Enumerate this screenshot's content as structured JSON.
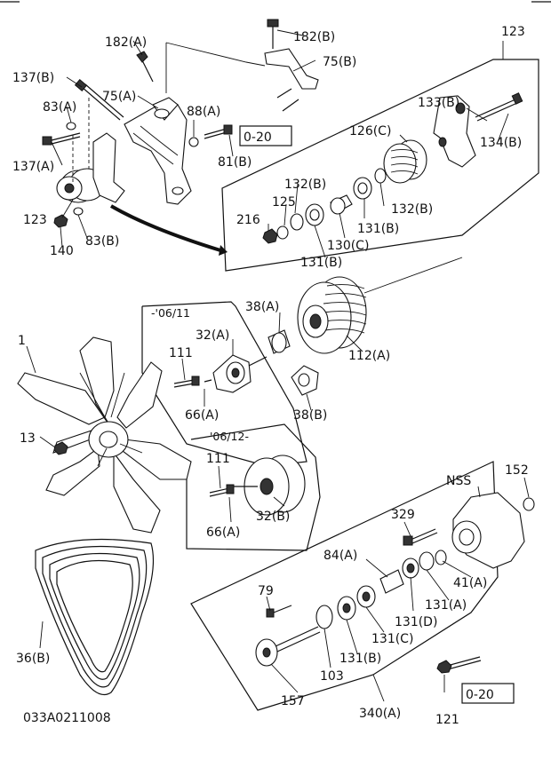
{
  "drawing_number": "033A0211008",
  "labels": {
    "182A": "182(A)",
    "182B": "182(B)",
    "123_top": "123",
    "137B": "137(B)",
    "75B": "75(B)",
    "75A": "75(A)",
    "83A": "83(A)",
    "88A": "88(A)",
    "133B": "133(B)",
    "126C": "126(C)",
    "ref_box_top": "0-20",
    "134B": "134(B)",
    "81B": "81(B)",
    "137A": "137(A)",
    "132B_top": "132(B)",
    "125": "125",
    "132B_right": "132(B)",
    "123_left": "123",
    "216": "216",
    "131B_top": "131(B)",
    "83B": "83(B)",
    "130C": "130(C)",
    "140": "140",
    "131B_mid": "131(B)",
    "38A": "38(A)",
    "date_0611": "-'06/11",
    "32A": "32(A)",
    "1": "1",
    "111_top": "111",
    "112A": "112(A)",
    "66A_top": "66(A)",
    "38B": "38(B)",
    "13": "13",
    "date_0612": "'06/12-",
    "111_bottom": "111",
    "NSS": "NSS",
    "152": "152",
    "329": "329",
    "32B": "32(B)",
    "66A_bottom": "66(A)",
    "84A": "84(A)",
    "41A": "41(A)",
    "79": "79",
    "131A": "131(A)",
    "131D": "131(D)",
    "131C": "131(C)",
    "36B": "36(B)",
    "131B_bottom": "131(B)",
    "103": "103",
    "ref_box_bottom": "0-20",
    "157": "157",
    "340A": "340(A)",
    "121": "121"
  }
}
